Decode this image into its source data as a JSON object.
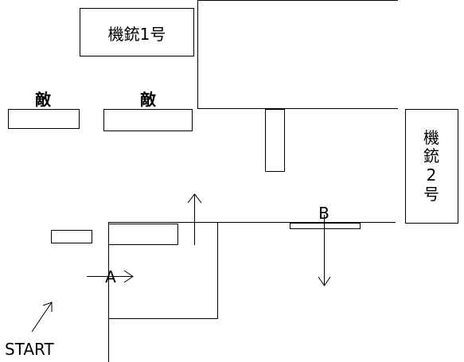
{
  "labels": {
    "machine_gun_1": "機銃1号",
    "machine_gun_2_char1": "機",
    "machine_gun_2_char2": "銃",
    "machine_gun_2_char3": "2",
    "machine_gun_2_char4": "号",
    "enemy_left": "敵",
    "enemy_right": "敵",
    "point_a": "A",
    "point_b": "B",
    "start": "START"
  },
  "colors": {
    "stroke": "#000000",
    "background": "#ffffff"
  }
}
